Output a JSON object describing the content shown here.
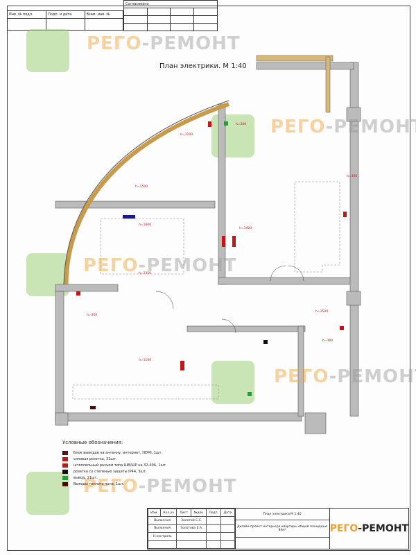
{
  "stamp_top": {
    "approved": "Согласовано",
    "cols": [
      "Инв. № подл.",
      "Подп. и дата",
      "Взам. инв. №"
    ]
  },
  "watermark": {
    "part1": "РЕГО",
    "dash": "-",
    "part2": "РЕМОНТ"
  },
  "plan_title": "План электрики. М 1:40",
  "legend": {
    "title": "Условные обозначения:",
    "items": [
      {
        "color": "#1a1a8a",
        "text": "Блок выводов на антенну, интернет, HDMI, 1шт."
      },
      {
        "color": "#c01818",
        "text": "силовая розетка, 31шт."
      },
      {
        "color": "#b02020",
        "text": "штепсельный разъем типа ШВ/ШР на 32-40А, 1шт."
      },
      {
        "color": "#111111",
        "text": "розетка со степенью защиты IP44, 3шт."
      },
      {
        "color": "#2a9a40",
        "text": "вывод, 11шт."
      },
      {
        "color": "#4a0a0a",
        "text": "Выводы теплого пола, 1шт."
      }
    ]
  },
  "title_block": {
    "headers": [
      "Изм.",
      "Кол.уч",
      "Лист",
      "№док",
      "Подп.",
      "Дата"
    ],
    "rows": [
      [
        "Выполнил",
        "Золотой С.С."
      ],
      [
        "Выполнил",
        "Золотова Е.А."
      ],
      [
        "Н.контроль",
        ""
      ]
    ],
    "sheet_title": "План электрики М 1:40",
    "project": "Дизайн-проект интерьера квартиры общей площадью 84м²",
    "logo1": "РЕГО",
    "logo2": "-РЕМОНТ"
  },
  "annotations": [
    "h=300",
    "h=1100",
    "h=1500",
    "h=1600",
    "h=2350",
    "h=300",
    "h=1400",
    "h=300",
    "h=1500",
    "h=1100",
    "h=300"
  ]
}
